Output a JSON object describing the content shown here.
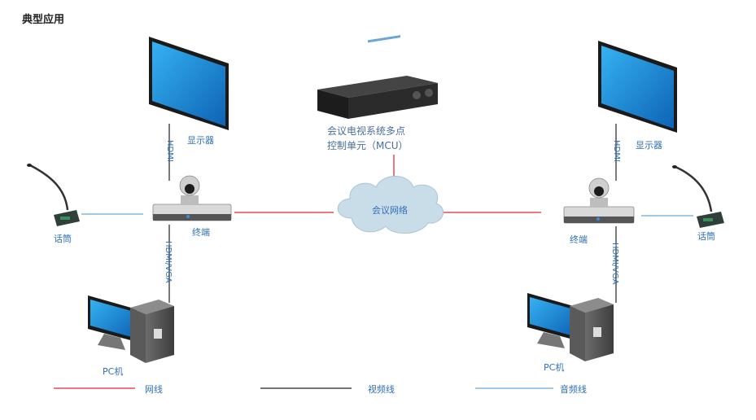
{
  "title": "典型应用",
  "labels": {
    "display_left": "显示器",
    "display_right": "显示器",
    "mcu_line1": "会议电视系统多点",
    "mcu_line2": "控制单元（MCU）",
    "cloud": "会议网络",
    "terminal_left": "终端",
    "terminal_right": "终端",
    "mic_left": "话筒",
    "mic_right": "话筒",
    "pc_left": "PC机",
    "pc_right": "PC机",
    "hdmi_left": "HDMI",
    "hdmi_right": "HDMI",
    "hdmivga_left": "HDMI/VGA",
    "hdmivga_right": "HDMI/VGA"
  },
  "legend": [
    {
      "label": "网线",
      "color": "#e94b55"
    },
    {
      "label": "视频线",
      "color": "#222222"
    },
    {
      "label": "音频线",
      "color": "#6aa6d6"
    }
  ],
  "colors": {
    "network": "#e94b55",
    "video": "#222222",
    "audio": "#6aa6d6",
    "screen": "#1f8fd9",
    "cloud": "#c9dde9"
  }
}
